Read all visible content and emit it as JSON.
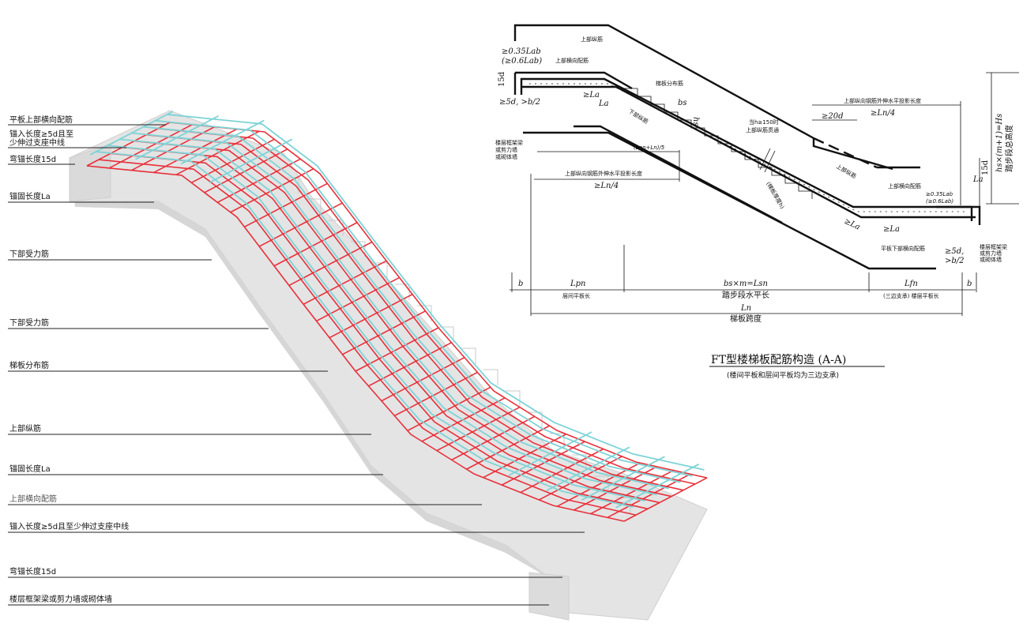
{
  "left_labels": [
    {
      "id": "l1",
      "text": "平板上部横向配筋"
    },
    {
      "id": "l2a",
      "text": "锚入长度≥5d且至"
    },
    {
      "id": "l2b",
      "text": "少伸过支座中线"
    },
    {
      "id": "l3",
      "text": "弯锚长度15d"
    },
    {
      "id": "l4",
      "text": "锚固长度La"
    },
    {
      "id": "l5",
      "text": "下部受力筋"
    },
    {
      "id": "l6",
      "text": "下部受力筋"
    },
    {
      "id": "l7",
      "text": "梯板分布筋"
    },
    {
      "id": "l8",
      "text": "上部纵筋"
    },
    {
      "id": "l9",
      "text": "锚固长度La"
    },
    {
      "id": "l10",
      "text": "上部横向配筋"
    },
    {
      "id": "l11",
      "text": "锚入长度≥5d且至少伸过支座中线"
    },
    {
      "id": "l12",
      "text": "弯锚长度15d"
    },
    {
      "id": "l13",
      "text": "楼层框架梁或剪力墙或砌体墙"
    }
  ],
  "section": {
    "top_longitudinal": "上部纵筋",
    "top_transverse": "上部横向配筋",
    "anchor_035": "≥0.35Lab",
    "anchor_06": "(≥0.6Lab)",
    "d15": "15d",
    "ge5d_b2": "≥5d, >b/2",
    "la": "La",
    "la_ge": "≥La",
    "distribution": "梯板分布筋",
    "bs": "bs",
    "hs": "hs",
    "bottom_longitudinal": "下部纵筋",
    "support_left_1": "楼层框架梁",
    "support_left_2": "或剪力墙",
    "support_left_3": "或砌体墙",
    "lpn_ln5": "(Lpn+Ln)/5",
    "proj_left_1": "上部纵向钢筋外伸水平投影长度",
    "proj_left_2": "≥Ln/4",
    "h150_1": "当h≥150时",
    "h150_2": "上部纵筋贯通",
    "thickness": "(梯板厚度h)",
    "proj_right_1": "上部纵向钢筋外伸水平投影长度",
    "proj_right_2": "≥Ln/4",
    "ge20d": "≥20d",
    "top_long_right": "上部纵筋",
    "top_trans_right": "上部横向配筋",
    "anchor_035_r": "≥0.35Lab",
    "anchor_06_r": "(≥0.6Lab)",
    "la_r": "La",
    "d15_r": "15d",
    "la_ge_r1": "≥La",
    "la_ge_r2": "≥La",
    "bottom_trans": "平板下部横向配筋",
    "ge5d_r": "≥5d,",
    "gtb2_r": ">b/2",
    "support_right_1": "楼层框架梁",
    "support_right_2": "或剪力墙",
    "support_right_3": "或砌体墙",
    "height_label": "hs×(m+1)=Hs",
    "height_label2": "踏步段总高度",
    "dim_b": "b",
    "dim_lpn": "Lpn",
    "dim_lpn_desc": "层间平板长",
    "dim_bs_m": "bs×m=Lsn",
    "dim_steps": "踏步段水平长",
    "dim_lfn": "Lfn",
    "dim_lfn_desc": "(三边支承) 楼层平板长",
    "dim_b2": "b",
    "dim_ln": "Ln",
    "dim_span": "梯板跨度"
  },
  "caption": {
    "title": "FT型楼梯板配筋构造 (A-A)",
    "subtitle": "(楼间平板和层间平板均为三边支承)"
  },
  "colors": {
    "rebar_red": "#e8303a",
    "rebar_cyan": "#7ed3d6",
    "concrete": "#e6e6e6"
  }
}
